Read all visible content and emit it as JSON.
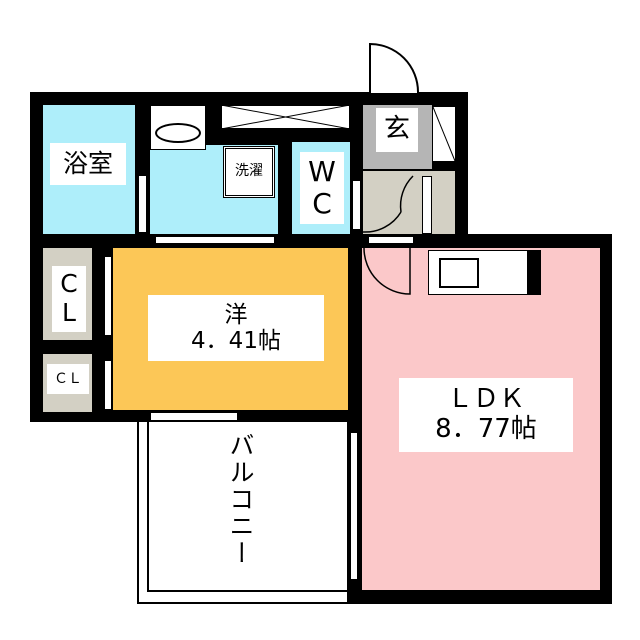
{
  "rooms": {
    "bath": {
      "label": "浴室",
      "color": "#aeeefa"
    },
    "washer": {
      "label": "洗濯"
    },
    "wc": {
      "label": "W\nC",
      "color": "#aeeefa"
    },
    "entrance": {
      "label": "玄",
      "color": "#b5b5b5"
    },
    "hall": {
      "color": "#d3d0c4"
    },
    "closet1": {
      "label": "C\nL",
      "color": "#d3d0c4"
    },
    "closet2": {
      "label": "ＣＬ",
      "color": "#d3d0c4"
    },
    "western": {
      "label": "洋",
      "size": "4．41帖",
      "color": "#fcc757"
    },
    "ldk": {
      "label": "ＬＤＫ",
      "size": "8．77帖",
      "color": "#fbc8c9"
    },
    "balcony": {
      "label": "バルコニー"
    }
  }
}
